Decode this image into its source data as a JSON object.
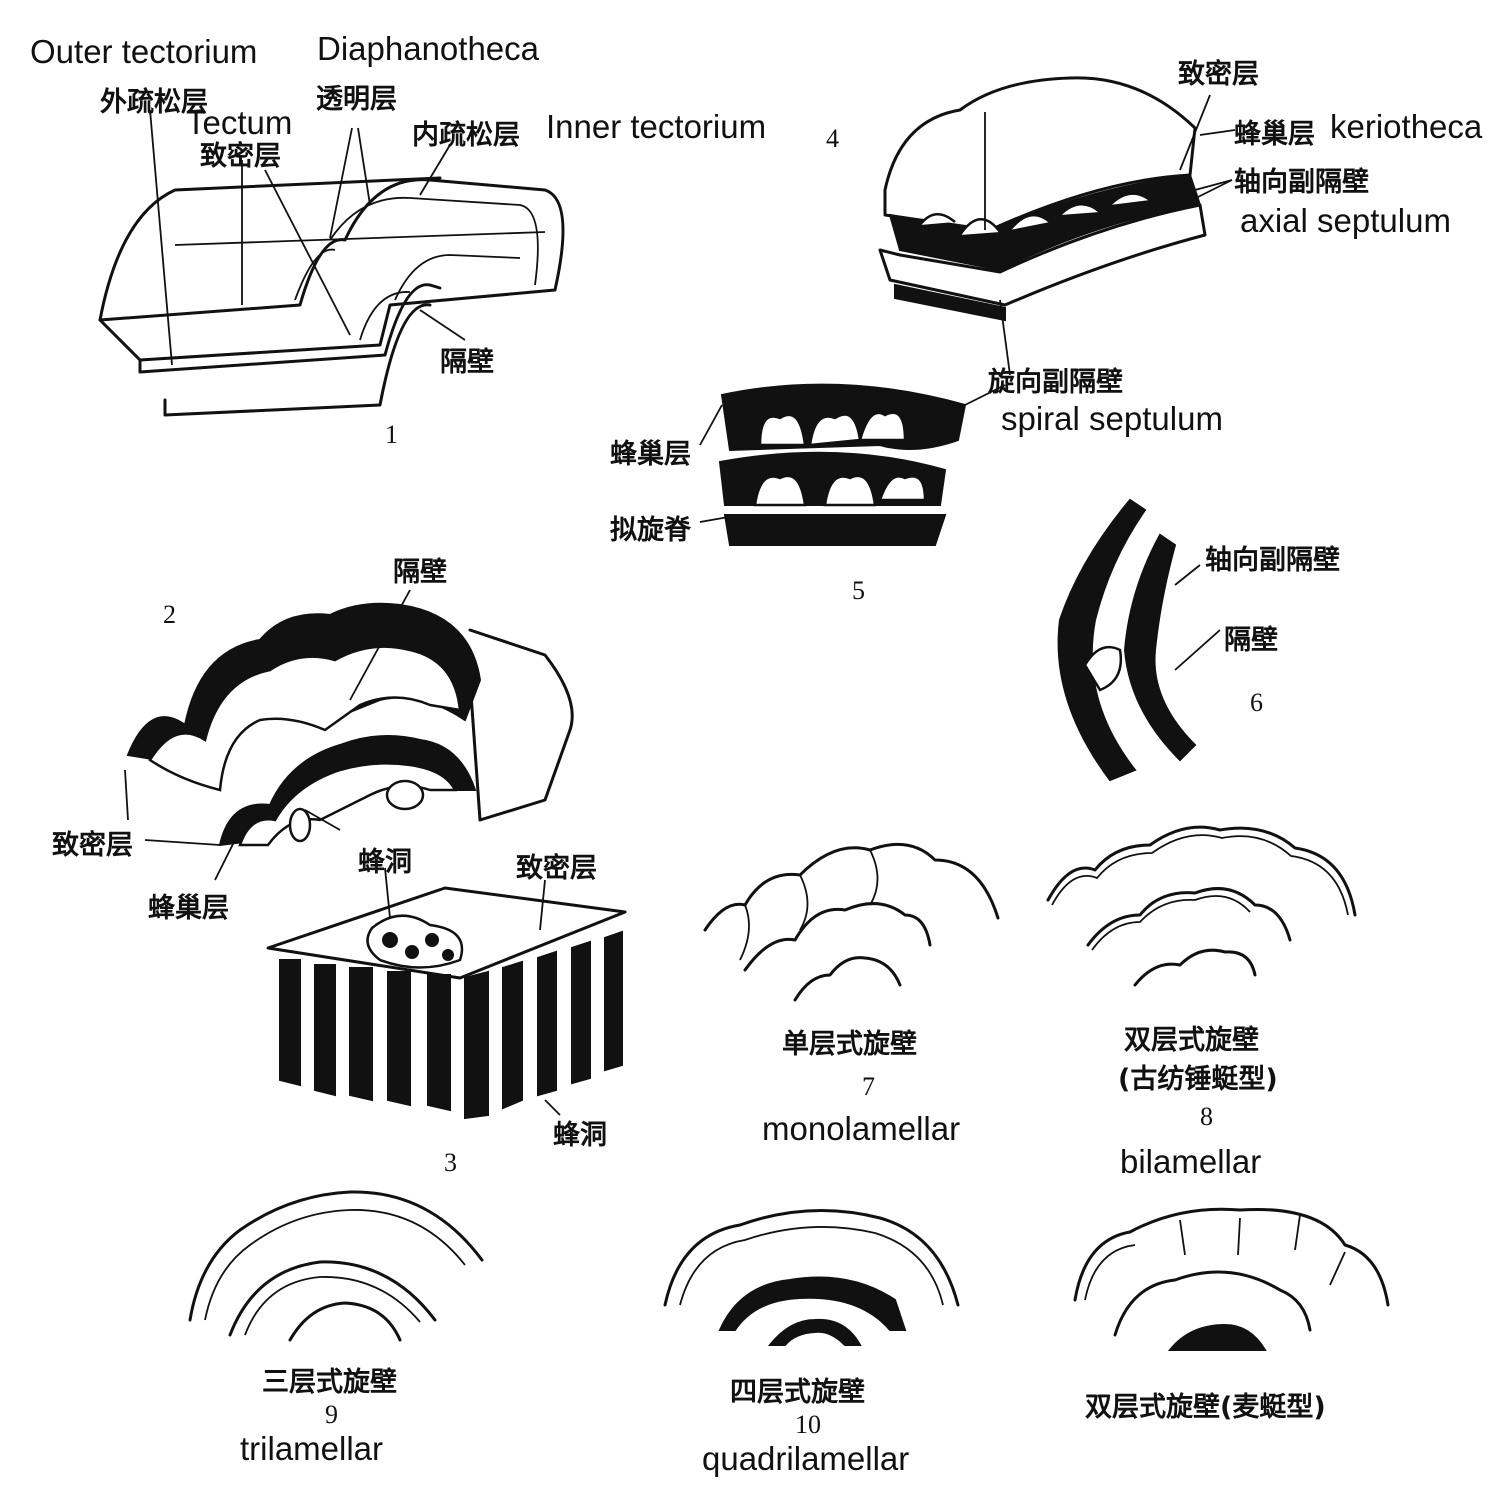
{
  "fig1": {
    "en_outer": "Outer tectorium",
    "en_diaphano": "Diaphanotheca",
    "cn_outer": "外疏松层",
    "cn_diaphano": "透明层",
    "en_tectum": "Tectum",
    "cn_tectum": "致密层",
    "cn_inner": "内疏松层",
    "en_inner": "Inner tectorium",
    "cn_septum": "隔壁",
    "number": "1"
  },
  "fig2": {
    "number": "2",
    "cn_septum": "隔壁",
    "cn_tectum": "致密层",
    "cn_keriotheca": "蜂巢层",
    "cn_alveolus": "蜂洞"
  },
  "fig3": {
    "number": "3",
    "cn_tectum": "致密层",
    "cn_alveolus": "蜂洞"
  },
  "fig4": {
    "number": "4",
    "cn_tectum": "致密层",
    "cn_keriotheca": "蜂巢层",
    "en_keriotheca": "keriotheca",
    "cn_axial": "轴向副隔壁",
    "en_axial": "axial septulum",
    "cn_spiral": "旋向副隔壁",
    "en_spiral": "spiral septulum"
  },
  "fig5": {
    "number": "5",
    "cn_keriotheca": "蜂巢层",
    "cn_parachomata": "拟旋脊"
  },
  "fig6": {
    "number": "6",
    "cn_axial": "轴向副隔壁",
    "cn_septum": "隔壁"
  },
  "fig7": {
    "cn": "单层式旋壁",
    "number": "7",
    "en": "monolamellar"
  },
  "fig8": {
    "cn": "双层式旋壁",
    "cn2": "(古纺锤蜓型)",
    "number": "8",
    "en": "bilamellar"
  },
  "fig9": {
    "cn": "三层式旋壁",
    "number": "9",
    "en": "trilamellar"
  },
  "fig10": {
    "cn": "四层式旋壁",
    "number": "10",
    "en": "quadrilamellar"
  },
  "fig11": {
    "cn": "双层式旋壁(麦蜓型)"
  }
}
